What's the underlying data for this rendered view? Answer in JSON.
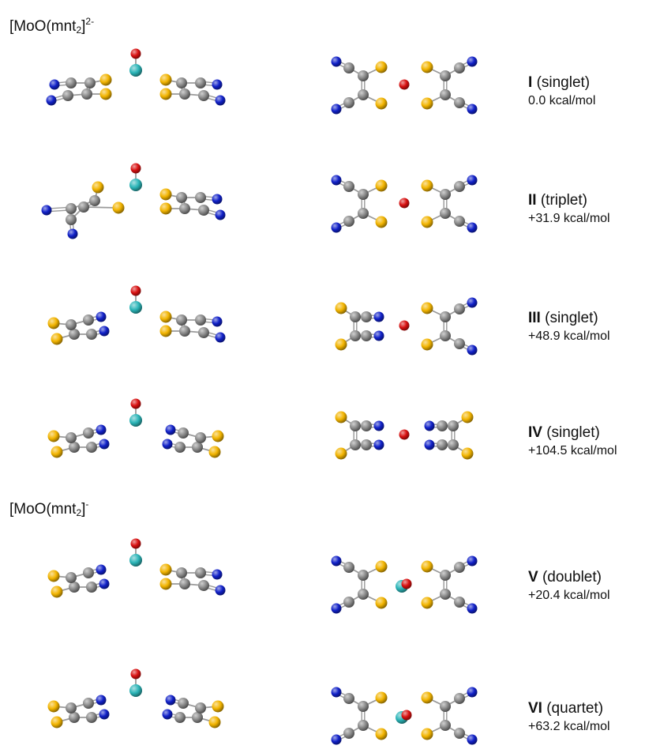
{
  "sections": [
    {
      "formula": "[MoO(mnt",
      "sub": "2",
      "close": "]",
      "sup": "2-"
    },
    {
      "formula": "[MoO(mnt",
      "sub": "2",
      "close": "]",
      "sup": "-"
    }
  ],
  "structures": [
    {
      "numeral": "I",
      "spin": "(singlet)",
      "energy": "0.0 kcal/mol"
    },
    {
      "numeral": "II",
      "spin": "(triplet)",
      "energy": "+31.9 kcal/mol"
    },
    {
      "numeral": "III",
      "spin": "(singlet)",
      "energy": "+48.9 kcal/mol"
    },
    {
      "numeral": "IV",
      "spin": "(singlet)",
      "energy": "+104.5 kcal/mol"
    },
    {
      "numeral": "V",
      "spin": "(doublet)",
      "energy": "+20.4 kcal/mol"
    },
    {
      "numeral": "VI",
      "spin": "(quartet)",
      "energy": "+63.2 kcal/mol"
    }
  ],
  "atom_colors": {
    "Mo": "#2bb5b8",
    "O": "#d81010",
    "S": "#f2b400",
    "C": "#8a8a8a",
    "N": "#1020c8"
  }
}
